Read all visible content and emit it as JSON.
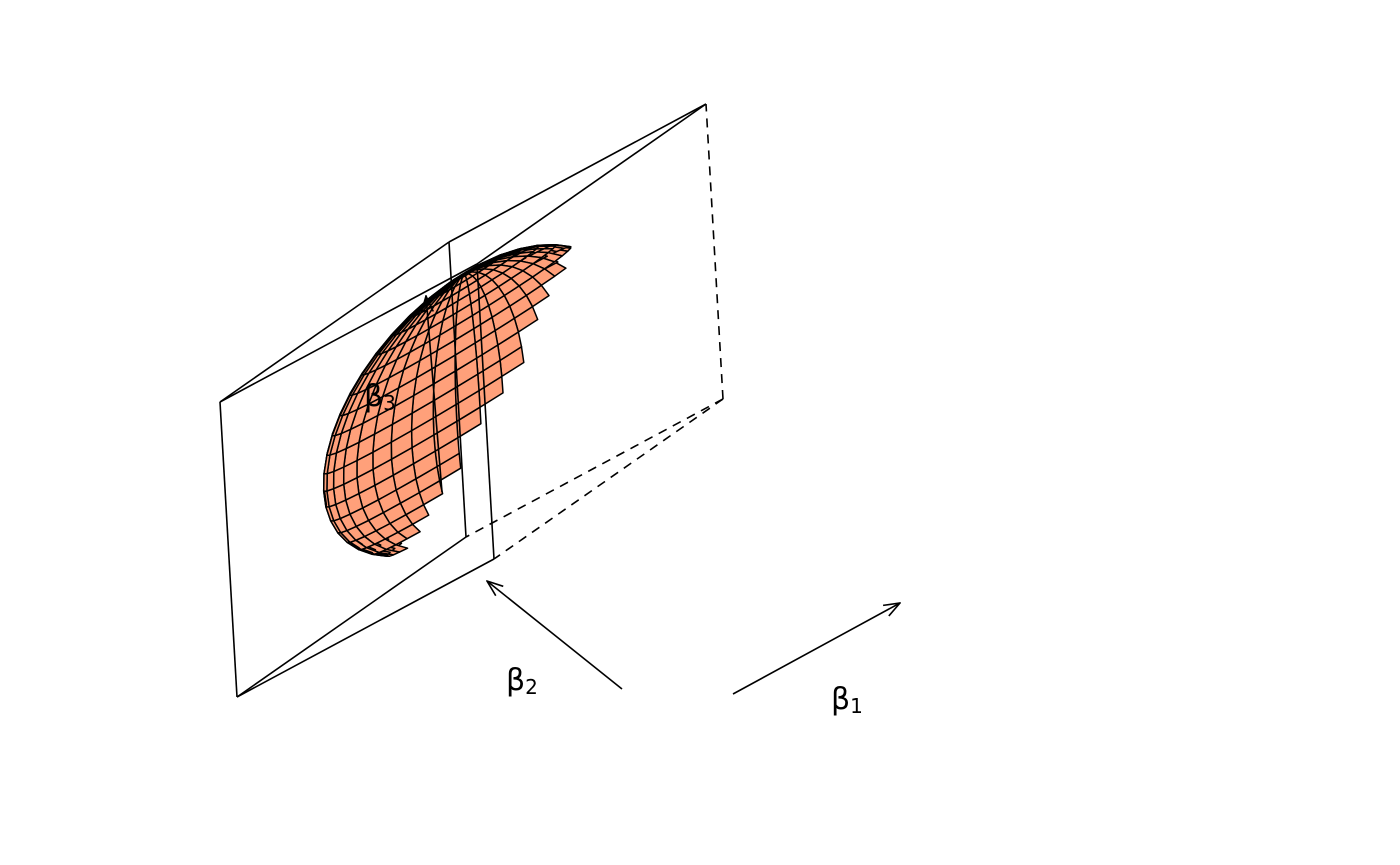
{
  "figure": {
    "type": "3d-surface",
    "surface": "sphere",
    "box": "wireframe cube",
    "surface_color": "#FFA07A",
    "line_color": "#000000",
    "background": "#FFFFFF"
  },
  "axes": {
    "b1": {
      "symbol": "β",
      "subscript": "1"
    },
    "b2": {
      "symbol": "β",
      "subscript": "2"
    },
    "b3": {
      "symbol": "β",
      "subscript": "3"
    }
  }
}
